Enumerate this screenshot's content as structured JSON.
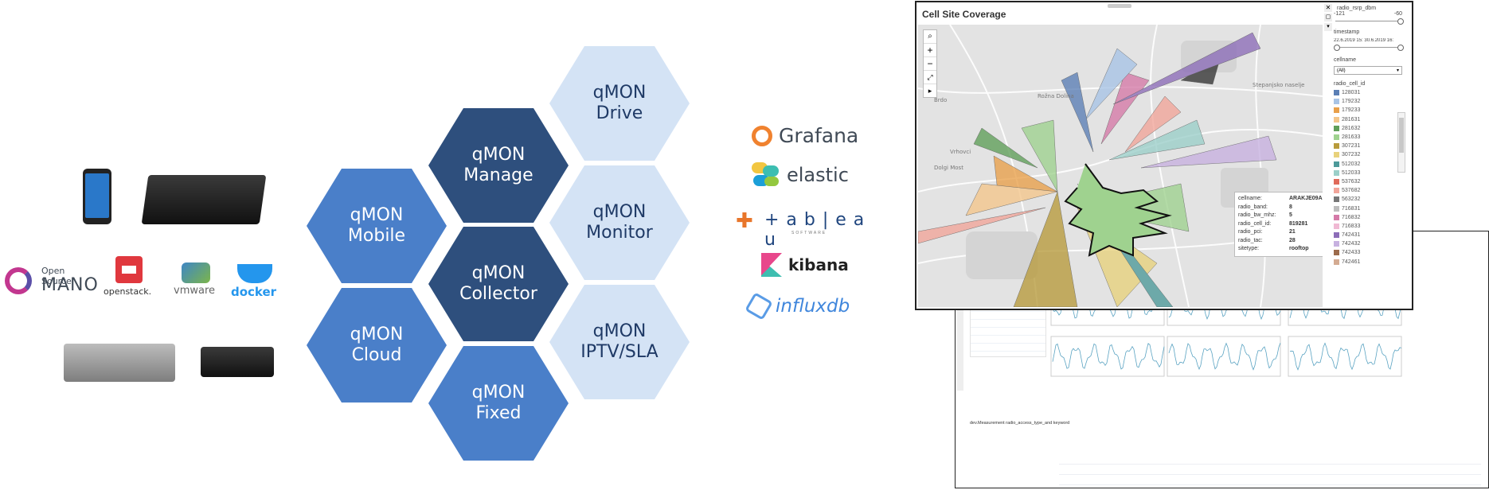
{
  "hexagons": [
    {
      "id": "drive",
      "label": "qMON\nDrive",
      "style": "light"
    },
    {
      "id": "manage",
      "label": "qMON\nManage",
      "style": "dark"
    },
    {
      "id": "mobile",
      "label": "qMON\nMobile",
      "style": "mid"
    },
    {
      "id": "monitor",
      "label": "qMON\nMonitor",
      "style": "light"
    },
    {
      "id": "collector",
      "label": "qMON\nCollector",
      "style": "dark"
    },
    {
      "id": "cloud",
      "label": "qMON\nCloud",
      "style": "mid"
    },
    {
      "id": "iptv",
      "label": "qMON\nIPTV/SLA",
      "style": "light"
    },
    {
      "id": "fixed",
      "label": "qMON\nFixed",
      "style": "mid"
    }
  ],
  "left_logos": {
    "osm_line1": "Open Source",
    "osm_line2": "MANO",
    "openstack": "openstack.",
    "vmware": "vmware",
    "docker": "docker"
  },
  "right_logos": {
    "grafana": "Grafana",
    "elastic": "elastic",
    "tableau": "+ a b | e a u",
    "tableau_sub": "SOFTWARE",
    "kibana": "kibana",
    "influxdb": "influxdb"
  },
  "map_panel": {
    "title": "Cell Site Coverage",
    "filters": {
      "rsrp_label": "radio_rsrp_dbm",
      "rsrp_min": "-121",
      "rsrp_max": "-60",
      "timestamp_label": "timestamp",
      "timestamp_range": "22.6.2019 15: 30.6.2019 16:",
      "cellname_label": "cellname",
      "cellname_value": "(All)",
      "cellid_label": "radio_cell_id"
    },
    "cell_ids": [
      {
        "id": "128031",
        "color": "#5b7fb5"
      },
      {
        "id": "179232",
        "color": "#a8c4e6"
      },
      {
        "id": "179233",
        "color": "#e9a04a"
      },
      {
        "id": "281631",
        "color": "#f4c68b"
      },
      {
        "id": "281632",
        "color": "#5f9e58"
      },
      {
        "id": "281633",
        "color": "#9fd28f"
      },
      {
        "id": "307231",
        "color": "#b89b3c"
      },
      {
        "id": "307232",
        "color": "#e8d27c"
      },
      {
        "id": "512032",
        "color": "#4d9a9a"
      },
      {
        "id": "512033",
        "color": "#9bcfc9"
      },
      {
        "id": "537632",
        "color": "#e06a5a"
      },
      {
        "id": "537682",
        "color": "#f2a59a"
      },
      {
        "id": "563232",
        "color": "#777777"
      },
      {
        "id": "716831",
        "color": "#bdbdbd"
      },
      {
        "id": "716832",
        "color": "#d57aa8"
      },
      {
        "id": "716833",
        "color": "#f0b9d3"
      },
      {
        "id": "742431",
        "color": "#8c6db8"
      },
      {
        "id": "742432",
        "color": "#c7b1e0"
      },
      {
        "id": "742433",
        "color": "#9c6b4c"
      },
      {
        "id": "742461",
        "color": "#d4ab92"
      }
    ],
    "tooltip": [
      {
        "k": "cellname:",
        "v": "ARAKJE09A"
      },
      {
        "k": "radio_band:",
        "v": "8"
      },
      {
        "k": "radio_bw_mhz:",
        "v": "5"
      },
      {
        "k": "radio_cell_id:",
        "v": "819281"
      },
      {
        "k": "radio_pci:",
        "v": "21"
      },
      {
        "k": "radio_tac:",
        "v": "28"
      },
      {
        "k": "sitetype:",
        "v": "rooftop"
      }
    ],
    "places": [
      "Brdo",
      "Rožna Dolina",
      "Vrhovci",
      "Dolgi Most",
      "Stepanjsko naselje"
    ]
  },
  "dashboard_panel": {
    "sidebar_title": "tag_keyslagword",
    "section_label": "dev.Measurement radio_access_type_and keyword"
  }
}
